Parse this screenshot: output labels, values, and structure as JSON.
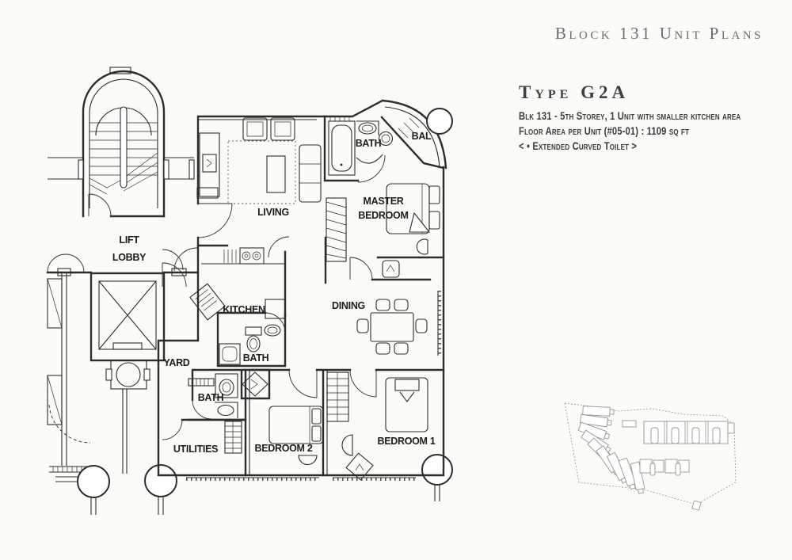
{
  "header": {
    "title": "Block 131 Unit Plans"
  },
  "unit_info": {
    "type_label": "Type G2A",
    "line1": "Blk 131 - 5th Storey, 1 Unit with smaller kitchen area",
    "line2": "Floor Area per Unit (#05-01) : 1109 sq ft",
    "line3": "< • Extended Curved Toilet >"
  },
  "floor_plan": {
    "rooms": {
      "living": "LIVING",
      "kitchen": "KITCHEN",
      "dining": "DINING",
      "yard": "YARD",
      "utilities": "UTILITIES",
      "bedroom1": "BEDROOM 1",
      "bedroom2": "BEDROOM 2",
      "master_line1": "MASTER",
      "master_line2": "BEDROOM",
      "lift_line1": "LIFT",
      "lift_line2": "LOBBY",
      "bath_master": "BATH",
      "bath_common": "BATH",
      "bath_service": "BATH",
      "balcony": "BAL"
    }
  },
  "colors": {
    "plan_line": "#2d2d2d",
    "title_text": "#6b6b72",
    "info_text": "#3c3c40",
    "keyplan_line": "#97978f",
    "background": "#fbfbf8"
  }
}
